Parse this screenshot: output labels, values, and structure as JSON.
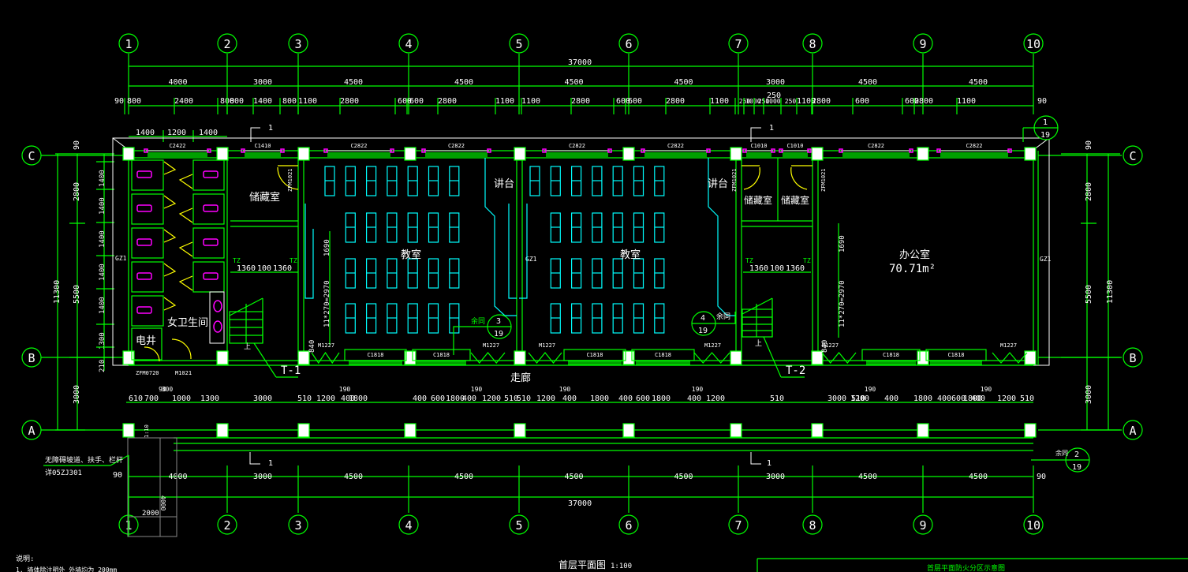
{
  "drawing": {
    "title": "首层平面图",
    "scale": "1:100",
    "fire_zone_title": "首层平面防火分区示意图",
    "notes_heading": "说明:",
    "notes_line1": "1. 墙体除注明外 外墙均为 200mm"
  },
  "axes": {
    "vertical": [
      "1",
      "2",
      "3",
      "4",
      "5",
      "6",
      "7",
      "8",
      "9",
      "10"
    ],
    "horizontal": [
      "C",
      "B",
      "A"
    ]
  },
  "dimensions": {
    "total": "37000",
    "bays": [
      "4000",
      "3000",
      "4500",
      "4500",
      "4500",
      "4500",
      "3000",
      "4500",
      "4500"
    ],
    "top_detail": [
      "800",
      "2400",
      "800",
      "800",
      "1400",
      "800",
      "1100",
      "2800",
      "600",
      "600",
      "2800",
      "1100",
      "1100",
      "2800",
      "600",
      "600",
      "2800",
      "1100",
      "250",
      "1000",
      "250",
      "1000",
      "250",
      "1100",
      "2800",
      "600",
      "600",
      "2800",
      "1100"
    ],
    "top_offset_left": "90",
    "top_offset_right": "90",
    "top_extra": "250",
    "toilet_top": [
      "1400",
      "1200",
      "1400"
    ],
    "left_outer": "11300",
    "left_middle": [
      "2800",
      "5500",
      "3000"
    ],
    "left_inner": [
      "1400",
      "1400",
      "1400",
      "1400",
      "1400",
      "1300",
      "210"
    ],
    "left_top_offset": "90",
    "right_outer": "11300",
    "right_middle": [
      "2800",
      "5500",
      "3000"
    ],
    "right_top_offset": "90",
    "corridor_detail": [
      "610",
      "700",
      "90",
      "300",
      "1000",
      "1300",
      "3000",
      "510",
      "1200",
      "190",
      "400",
      "1800",
      "400",
      "600",
      "1800",
      "400",
      "190",
      "1200",
      "510",
      "510",
      "1200",
      "190",
      "400",
      "1800",
      "400",
      "600",
      "1800",
      "400",
      "190",
      "1200",
      "510",
      "3000",
      "510",
      "1200",
      "190",
      "400",
      "1800",
      "400",
      "600",
      "1800",
      "400",
      "190",
      "1200",
      "510"
    ],
    "bottom_offset_left": "90",
    "bottom_offset_right": "90",
    "ramp_length": "4000",
    "ramp_width": "2000",
    "ramp_small": "1:10",
    "stair_width": [
      "1360",
      "100",
      "1360"
    ],
    "stair_height_a": "1690",
    "stair_height_b": "11*270=2970",
    "stair_b_offset": "840"
  },
  "rooms": {
    "toilet": "女卫生间",
    "shaft": "电井",
    "storage": "储藏室",
    "classroom": "教室",
    "podium": "讲台",
    "office": "办公室",
    "office_area": "70.71m²",
    "corridor": "走廊"
  },
  "windows": {
    "c2422": "C2422",
    "c1410": "C1410",
    "c2822": "C2822",
    "c1010": "C1010",
    "c1818": "C1818"
  },
  "doors": {
    "fm1021": "ZFM1021",
    "fm0720": "ZFM0720",
    "m1021": "M1021",
    "m1227": "M1227"
  },
  "labels": {
    "column_gz1": "GZ1",
    "column_tz": "TZ",
    "stair1": "T-1",
    "stair2": "T-2",
    "up": "上",
    "section": "1",
    "ramp_note1": "无障碍坡道、扶手、栏杆",
    "ramp_note2": "详05ZJ301",
    "detail_ref": "余同"
  },
  "detail_bubbles": [
    {
      "num": "1",
      "sheet": "19"
    },
    {
      "num": "2",
      "sheet": "19"
    },
    {
      "num": "3",
      "sheet": "19"
    },
    {
      "num": "4",
      "sheet": "19"
    }
  ],
  "colors": {
    "background": "#000000",
    "line": "#00ff00",
    "text": "#ffffff",
    "furniture": "#00ffff",
    "fixture": "#ff00ff",
    "door_swing": "#ffff00"
  }
}
